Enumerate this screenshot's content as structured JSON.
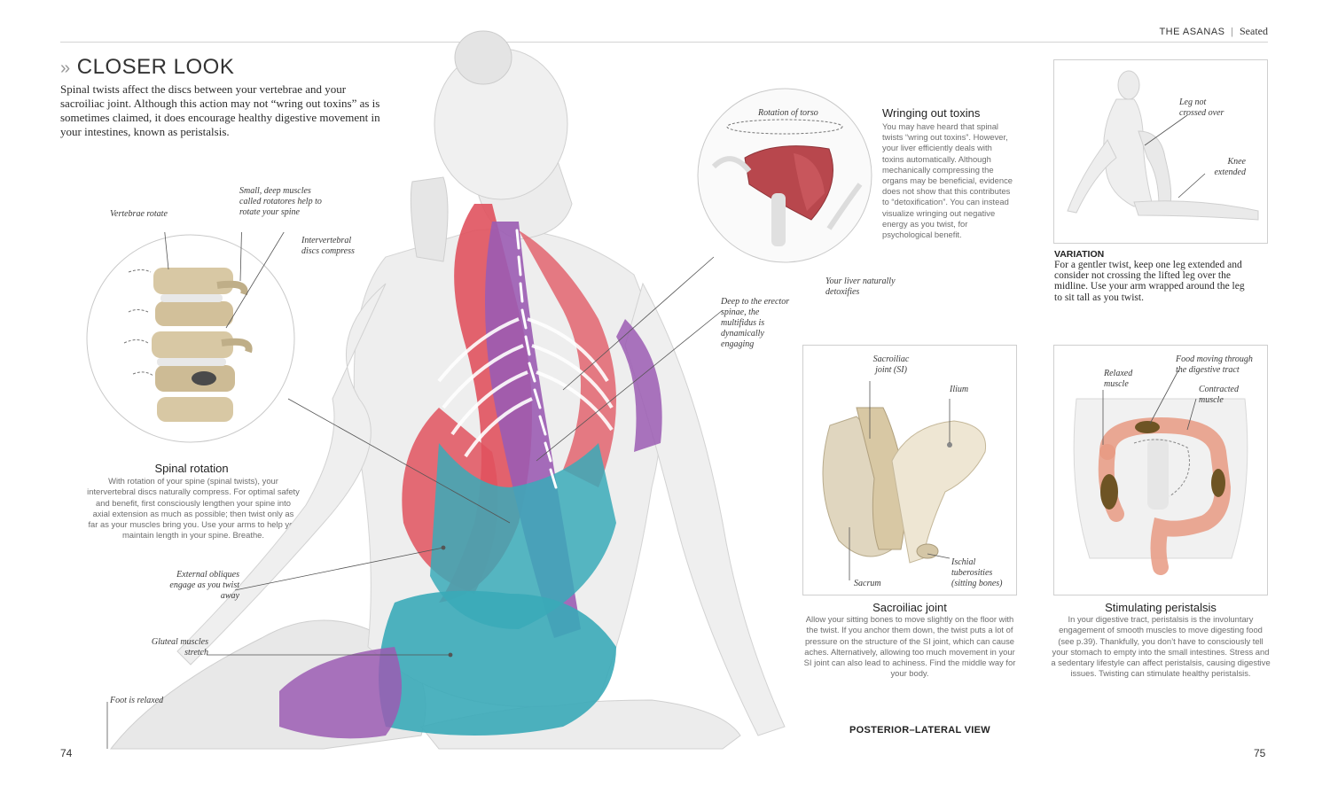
{
  "header": {
    "section": "THE ASANAS",
    "subsection": "Seated"
  },
  "closer_look": {
    "chevron": "»",
    "title": "CLOSER LOOK",
    "intro": "Spinal twists affect the discs between your vertebrae and your sacroiliac joint. Although this action may not “wring out toxins” as is sometimes claimed, it does encourage healthy digestive movement in your intestines, known as peristalsis."
  },
  "spinal_rotation": {
    "label_vertebrae": "Vertebrae rotate",
    "label_rotatores": "Small, deep muscles called rotatores help to rotate your spine",
    "label_discs": "Intervertebral discs compress",
    "title": "Spinal rotation",
    "body": "With rotation of your spine (spinal twists), your intervertebral discs naturally compress. For optimal safety and benefit, first consciously lengthen your spine into axial extension as much as possible; then twist only as far as your muscles bring you. Use your arms to help you maintain length in your spine. Breathe."
  },
  "figure_labels": {
    "external_obliques": "External obliques engage as you twist away",
    "gluteal": "Gluteal muscles stretch",
    "foot": "Foot is relaxed",
    "multifidus": "Deep to the erector spinae, the multifidus is dynamically engaging",
    "view": "POSTERIOR–LATERAL VIEW"
  },
  "toxins": {
    "label_rotation": "Rotation of torso",
    "label_liver": "Your liver naturally detoxifies",
    "title": "Wringing out toxins",
    "body": "You may have heard that spinal twists “wring out toxins”. However, your liver efficiently deals with toxins automatically. Although mechanically compressing the organs may be beneficial, evidence does not show that this contributes to “detoxification”. You can instead visualize wringing out negative energy as you twist, for psychological benefit."
  },
  "variation": {
    "label_leg": "Leg not crossed over",
    "label_knee": "Knee extended",
    "title": "VARIATION",
    "body": "For a gentler twist, keep one leg extended and consider not crossing the lifted leg over the midline. Use your arm wrapped around the leg to sit tall as you twist."
  },
  "sacroiliac": {
    "label_si": "Sacroiliac joint (SI)",
    "label_ilium": "Ilium",
    "label_ischial": "Ischial tuberosities (sitting bones)",
    "label_sacrum": "Sacrum",
    "title": "Sacroiliac joint",
    "body": "Allow your sitting bones to move slightly on the floor with the twist. If you anchor them down, the twist puts a lot of pressure on the structure of the SI joint, which can cause aches. Alternatively, allowing too much movement in your SI joint can also lead to achiness. Find the middle way for your body."
  },
  "peristalsis": {
    "label_relaxed": "Relaxed muscle",
    "label_food": "Food moving through the digestive tract",
    "label_contracted": "Contracted muscle",
    "title": "Stimulating peristalsis",
    "body": "In your digestive tract, peristalsis is the involuntary engagement of smooth muscles to move digesting food (see p.39). Thankfully, you don’t have to consciously tell your stomach to empty into the small intestines. Stress and a sedentary lifestyle can affect peristalsis, causing digestive issues. Twisting can stimulate healthy peristalsis."
  },
  "page_numbers": {
    "left": "74",
    "right": "75"
  },
  "colors": {
    "muscle_red": "#e0525e",
    "muscle_teal": "#3aaab8",
    "muscle_purple": "#9b5cb3",
    "bone": "#d8c8a4",
    "body_white": "#eeeeee"
  }
}
